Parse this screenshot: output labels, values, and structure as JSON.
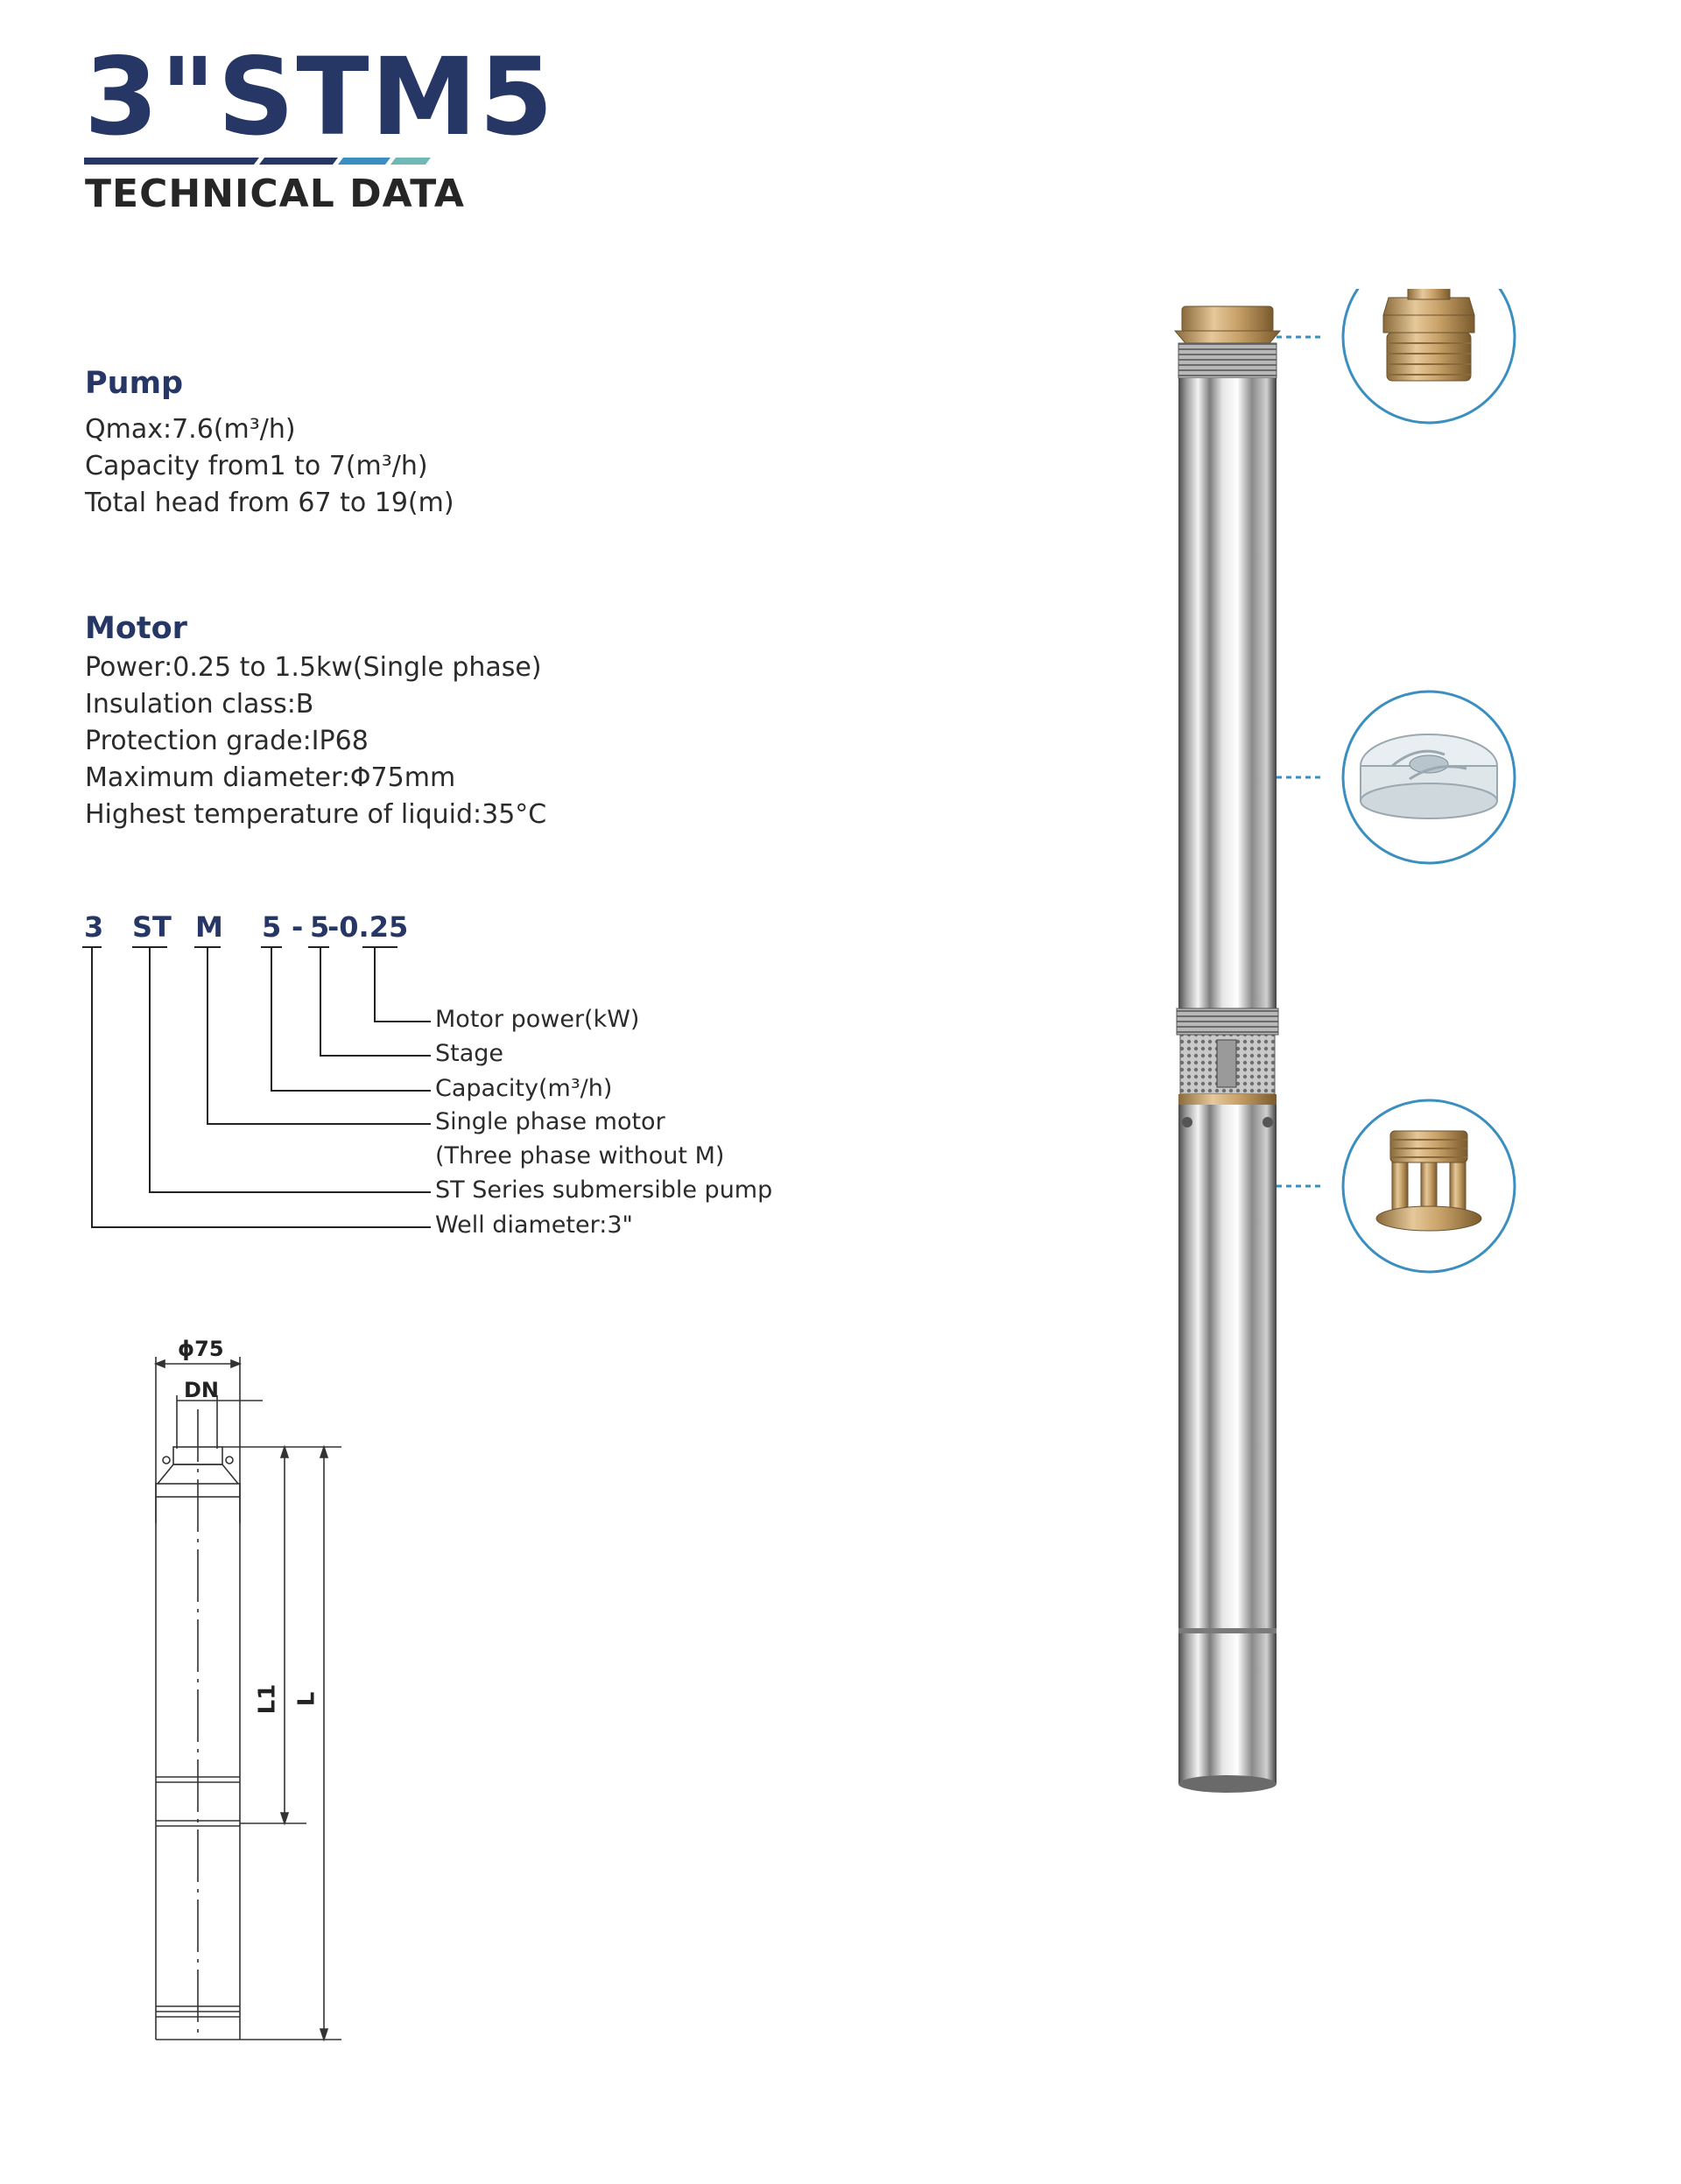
{
  "header": {
    "title": "3\"STM5",
    "subtitle": "TECHNICAL DATA",
    "accent_colors": [
      "#263766",
      "#3a8fc0",
      "#6fb8b6"
    ]
  },
  "pump": {
    "heading": "Pump",
    "lines": [
      "Qmax:7.6(m³/h)",
      "Capacity from1 to 7(m³/h)",
      "Total head from 67 to 19(m)"
    ]
  },
  "motor": {
    "heading": "Motor",
    "lines": [
      "Power:0.25 to 1.5kw(Single phase)",
      "Insulation class:B",
      "Protection grade:IP68",
      "Maximum diameter:Φ75mm",
      "Highest temperature of liquid:35°C"
    ]
  },
  "model_code": {
    "parts": [
      "3",
      "ST",
      "M",
      "5",
      "-",
      "5",
      "-0.25"
    ],
    "legend": [
      "Motor power(kW)",
      "Stage",
      "Capacity(m³/h)",
      "Single phase motor",
      "(Three phase without M)",
      "ST Series submersible pump",
      "Well diameter:3\""
    ]
  },
  "drawing": {
    "outer_diameter_label": "ϕ75",
    "dn_label": "DN",
    "l1_label": "L1",
    "l_label": "L"
  },
  "product": {
    "detail_icons": [
      "outlet-fitting-icon",
      "impeller-icon",
      "motor-bracket-icon"
    ],
    "callout_color": "#3a8fc0",
    "brass_color": "#c9a36a"
  }
}
